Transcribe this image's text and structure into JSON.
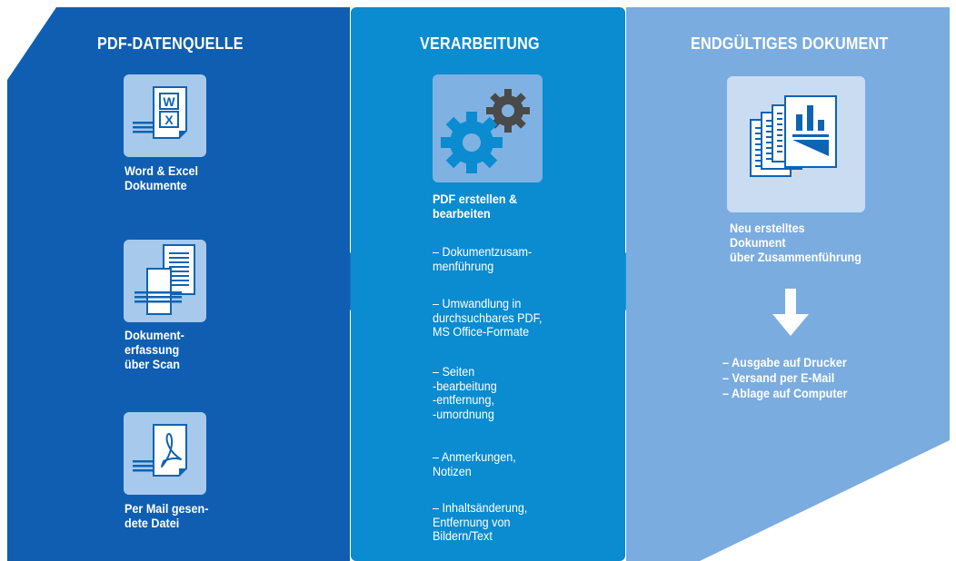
{
  "columns": {
    "source": {
      "title": "PDF-DATENQUELLE",
      "items": [
        {
          "label": "Word & Excel\nDokumente",
          "icon": "word-excel-document-icon",
          "badges": [
            "W",
            "X"
          ]
        },
        {
          "label": "Dokument-\nerfassung\nüber Scan",
          "icon": "scanned-document-icon"
        },
        {
          "label": "Per Mail gesen-\ndete Datei",
          "icon": "pdf-file-icon"
        }
      ]
    },
    "processing": {
      "title": "VERARBEITUNG",
      "icon": "gears-icon",
      "heading": "PDF erstellen  &\nbearbeiten",
      "items": [
        "– Dokumentzusam-\n   menführung",
        "– Umwandlung in\n   durchsuchbares PDF,\n   MS Office-Formate",
        "– Seiten\n   -bearbeitung\n   -entfernung,\n   -umordnung",
        "– Anmerkungen,\n   Notizen",
        "– Inhaltsänderung,\n   Entfernung von\n   Bildern/Text"
      ]
    },
    "result": {
      "title": "ENDGÜLTIGES DOKUMENT",
      "icon": "document-stack-icon",
      "heading": "Neu erstelltes\nDokument\nüber Zusammenführung",
      "arrow_icon": "arrow-down-icon",
      "outputs": [
        "– Ausgabe auf Drucker",
        "– Versand per E-Mail",
        "– Ablage auf Computer"
      ]
    }
  },
  "colors": {
    "source_panel": "#0f5eb1",
    "processing_panel": "#0b8bd0",
    "result_panel": "#7aace0",
    "tile_light": "#a6c9ec",
    "icon_blue": "#0e63b3",
    "gear_dark": "#4a4a4a",
    "gear_blue": "#0b8bd0"
  }
}
